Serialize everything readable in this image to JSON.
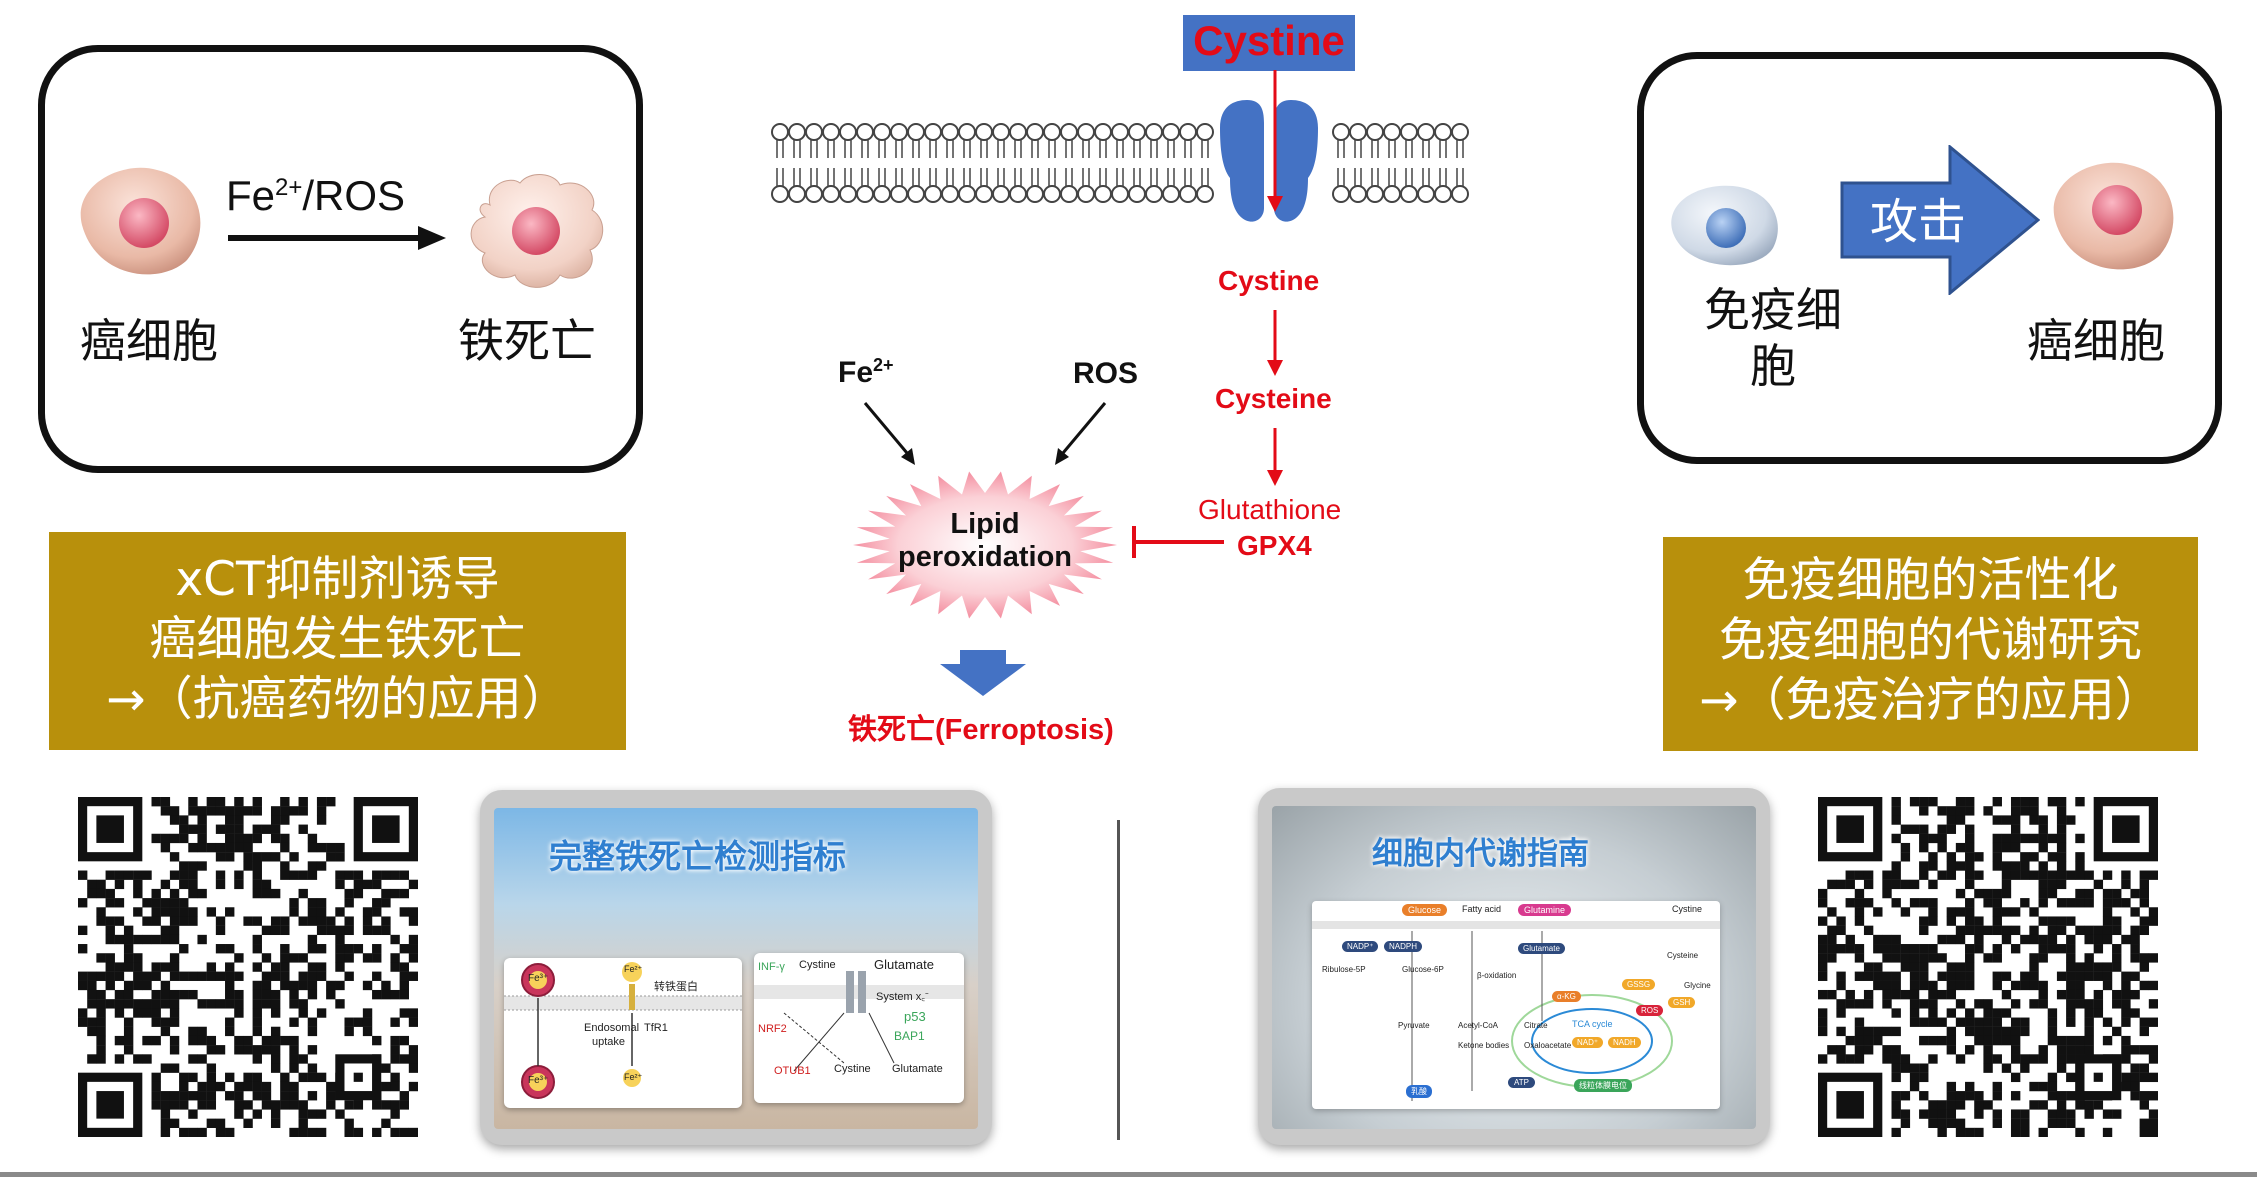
{
  "left_panel": {
    "arrow_label_fe": "Fe",
    "arrow_label_sup": "2+",
    "arrow_label_rest": "/ROS",
    "cancer_cell_label": "癌细胞",
    "ferroptosis_label": "铁死亡"
  },
  "right_panel": {
    "attack_label": "攻击",
    "immune_cell_label_line1": "免疫细",
    "immune_cell_label_line2": "胞",
    "cancer_cell_label": "癌细胞"
  },
  "left_gold": {
    "line1": "xCT抑制剂诱导",
    "line2": "癌细胞发生铁死亡",
    "line3": "→（抗癌药物的应用）"
  },
  "right_gold": {
    "line1": "免疫细胞的活性化",
    "line2": "免疫细胞的代谢研究",
    "line3": "→（免疫治疗的应用）"
  },
  "pathway": {
    "cystine_box": "Cystine",
    "cystine": "Cystine",
    "cysteine": "Cysteine",
    "glutathione": "Glutathione",
    "gpx4": "GPX4",
    "fe_base": "Fe",
    "fe_sup": "2+",
    "ros": "ROS",
    "lipid_line1": "Lipid",
    "lipid_line2": "peroxidation",
    "ferroptosis": "铁死亡(Ferroptosis)"
  },
  "left_tablet": {
    "title": "完整铁死亡检测指标",
    "labels": {
      "fe3": "Fe³⁺",
      "fe2": "Fe²⁺",
      "transferrin": "转铁蛋白",
      "endosomal": "Endosomal",
      "uptake": "uptake",
      "tfr1": "TfR1",
      "fe2b": "Fe²⁺",
      "fe3b": "Fe³⁺",
      "cystine": "Cystine",
      "glutamate": "Glutamate",
      "system": "System x꜀⁻",
      "inf": "INF-γ",
      "nrf2": "NRF2",
      "p53": "p53",
      "bap1": "BAP1",
      "otub1": "OTUB1",
      "cystine2": "Cystine",
      "glutamate2": "Glutamate"
    }
  },
  "right_tablet": {
    "title": "细胞内代谢指南",
    "labels": {
      "glucose": "Glucose",
      "fatty": "Fatty acid",
      "glutamine": "Glutamine",
      "cystine": "Cystine",
      "nadp": "NADP⁺",
      "nadph": "NADPH",
      "glutamate": "Glutamate",
      "ribulose": "Ribulose-5P",
      "g6p": "Glucose-6P",
      "bo": "β-oxidation",
      "cysteine": "Cysteine",
      "gssg": "GSSG",
      "gsh": "GSH",
      "glycine": "Glycine",
      "akg": "α-KG",
      "pyruvate": "Pyruvate",
      "acetyl": "Acetyl-CoA",
      "citrate": "Citrate",
      "tca": "TCA cycle",
      "ros": "ROS",
      "ketone": "Ketone bodies",
      "oxalo": "Oxaloacetate",
      "nad": "NAD⁺",
      "nadh": "NADH",
      "lactate": "乳酸",
      "atp": "ATP",
      "mito": "线粒体膜电位"
    }
  },
  "colors": {
    "gold": "#b8900c",
    "red": "#e30b17",
    "blue": "#4472c4"
  }
}
